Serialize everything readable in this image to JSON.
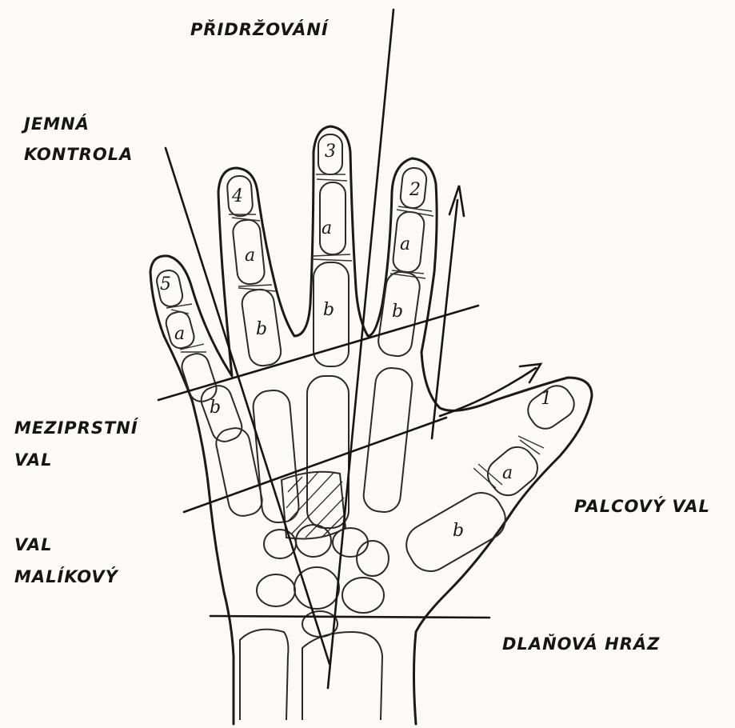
{
  "labels": {
    "pridrzovani": "PŘIDRŽOVÁNÍ",
    "jemna": "JEMNÁ",
    "kontrola": "KONTROLA",
    "meziprstni": "MEZIPRSTNÍ",
    "val": "VAL",
    "palcovy": "PALCOVÝ VAL",
    "val2": "VAL",
    "malikovy": "MALÍKOVÝ",
    "dlanova": "DLAŇOVÁ HRÁZ"
  },
  "finger_numbers": {
    "thumb": "1",
    "index": "2",
    "middle": "3",
    "ring": "4",
    "little": "5"
  },
  "phalanx_letters": {
    "a": "a",
    "b": "b"
  }
}
